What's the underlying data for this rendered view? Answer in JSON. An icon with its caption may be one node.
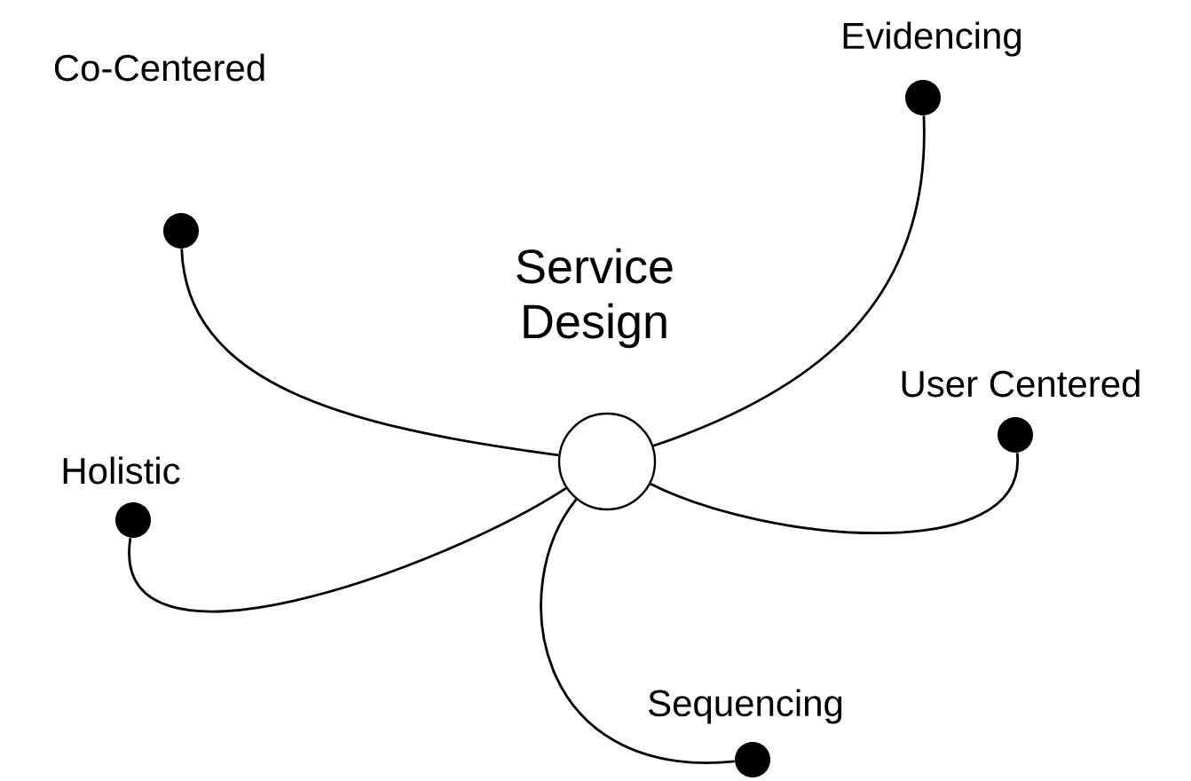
{
  "diagram": {
    "nodes": [
      {
        "text": [
          "Service Design"
        ]
      },
      {
        "text": [
          "Co-Centered"
        ]
      },
      {
        "text": [
          "Evidencing"
        ]
      },
      {
        "text": [
          "User Centered"
        ]
      },
      {
        "text": [
          "Holistic"
        ]
      },
      {
        "text": [
          "Sequencing"
        ]
      }
    ],
    "edges": [
      {
        "from": 0,
        "to": 1,
        "arrow": "none"
      },
      {
        "from": 0,
        "to": 2,
        "arrow": "none"
      },
      {
        "from": 0,
        "to": 3,
        "arrow": "none"
      },
      {
        "from": 0,
        "to": 4,
        "arrow": "none"
      },
      {
        "from": 0,
        "to": 5,
        "arrow": "none"
      }
    ]
  }
}
